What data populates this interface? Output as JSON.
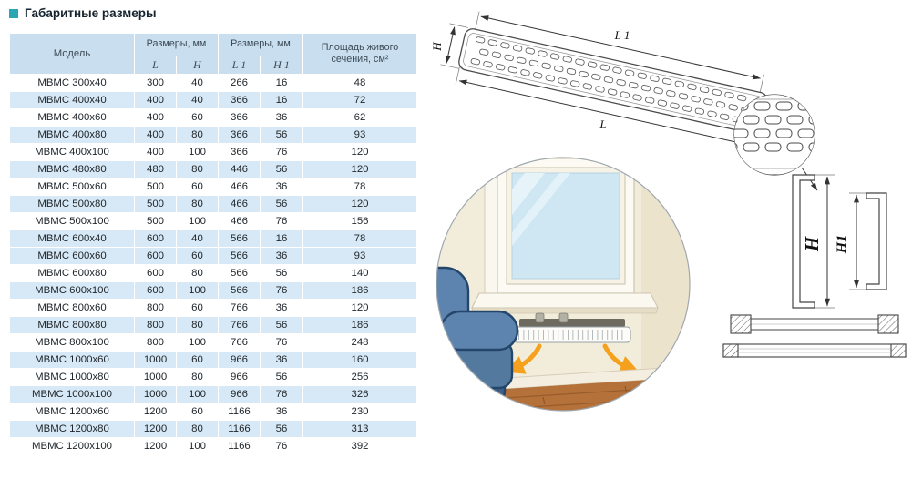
{
  "title": "Габаритные размеры",
  "table": {
    "col_model": "Модель",
    "col_dims_lh": "Размеры, мм",
    "col_dims_l1h1": "Размеры, мм",
    "col_area": "Площадь живого сечения, см²",
    "sub_l": "L",
    "sub_h": "H",
    "sub_l1": "L 1",
    "sub_h1": "H 1",
    "rows": [
      {
        "model": "МВМС 300x40",
        "l": "300",
        "h": "40",
        "l1": "266",
        "h1": "16",
        "area": "48",
        "shaded": false
      },
      {
        "model": "МВМС 400x40",
        "l": "400",
        "h": "40",
        "l1": "366",
        "h1": "16",
        "area": "72",
        "shaded": true
      },
      {
        "model": "МВМС 400x60",
        "l": "400",
        "h": "60",
        "l1": "366",
        "h1": "36",
        "area": "62",
        "shaded": false
      },
      {
        "model": "МВМС 400x80",
        "l": "400",
        "h": "80",
        "l1": "366",
        "h1": "56",
        "area": "93",
        "shaded": true
      },
      {
        "model": "МВМС 400x100",
        "l": "400",
        "h": "100",
        "l1": "366",
        "h1": "76",
        "area": "120",
        "shaded": false
      },
      {
        "model": "МВМС 480x80",
        "l": "480",
        "h": "80",
        "l1": "446",
        "h1": "56",
        "area": "120",
        "shaded": true
      },
      {
        "model": "МВМС 500x60",
        "l": "500",
        "h": "60",
        "l1": "466",
        "h1": "36",
        "area": "78",
        "shaded": false
      },
      {
        "model": "МВМС 500x80",
        "l": "500",
        "h": "80",
        "l1": "466",
        "h1": "56",
        "area": "120",
        "shaded": true
      },
      {
        "model": "МВМС 500x100",
        "l": "500",
        "h": "100",
        "l1": "466",
        "h1": "76",
        "area": "156",
        "shaded": false
      },
      {
        "model": "МВМС 600x40",
        "l": "600",
        "h": "40",
        "l1": "566",
        "h1": "16",
        "area": "78",
        "shaded": true
      },
      {
        "model": "МВМС 600x60",
        "l": "600",
        "h": "60",
        "l1": "566",
        "h1": "36",
        "area": "93",
        "shaded": true
      },
      {
        "model": "МВМС 600x80",
        "l": "600",
        "h": "80",
        "l1": "566",
        "h1": "56",
        "area": "140",
        "shaded": false
      },
      {
        "model": "МВМС 600x100",
        "l": "600",
        "h": "100",
        "l1": "566",
        "h1": "76",
        "area": "186",
        "shaded": true
      },
      {
        "model": "МВМС 800x60",
        "l": "800",
        "h": "60",
        "l1": "766",
        "h1": "36",
        "area": "120",
        "shaded": false
      },
      {
        "model": "МВМС 800x80",
        "l": "800",
        "h": "80",
        "l1": "766",
        "h1": "56",
        "area": "186",
        "shaded": true
      },
      {
        "model": "МВМС 800x100",
        "l": "800",
        "h": "100",
        "l1": "766",
        "h1": "76",
        "area": "248",
        "shaded": false
      },
      {
        "model": "МВМС 1000x60",
        "l": "1000",
        "h": "60",
        "l1": "966",
        "h1": "36",
        "area": "160",
        "shaded": true
      },
      {
        "model": "МВМС 1000x80",
        "l": "1000",
        "h": "80",
        "l1": "966",
        "h1": "56",
        "area": "256",
        "shaded": false
      },
      {
        "model": "МВМС 1000x100",
        "l": "1000",
        "h": "100",
        "l1": "966",
        "h1": "76",
        "area": "326",
        "shaded": true
      },
      {
        "model": "МВМС 1200x60",
        "l": "1200",
        "h": "60",
        "l1": "1166",
        "h1": "36",
        "area": "230",
        "shaded": false
      },
      {
        "model": "МВМС 1200x80",
        "l": "1200",
        "h": "80",
        "l1": "1166",
        "h1": "56",
        "area": "313",
        "shaded": true
      },
      {
        "model": "МВМС 1200x100",
        "l": "1200",
        "h": "100",
        "l1": "1166",
        "h1": "76",
        "area": "392",
        "shaded": false
      }
    ]
  },
  "diagram": {
    "dim_l": "L",
    "dim_l1": "L 1",
    "dim_h": "H",
    "section_h": "H",
    "section_h1": "H1"
  },
  "colors": {
    "accent": "#2ba7b4",
    "header_bg": "#c9dff0",
    "row_alt_bg": "#d7e9f6",
    "arrow_orange": "#f5a11d",
    "floor_brown": "#b4713a",
    "chair_blue": "#5d84ae",
    "glass_blue": "#cfe7f2"
  }
}
